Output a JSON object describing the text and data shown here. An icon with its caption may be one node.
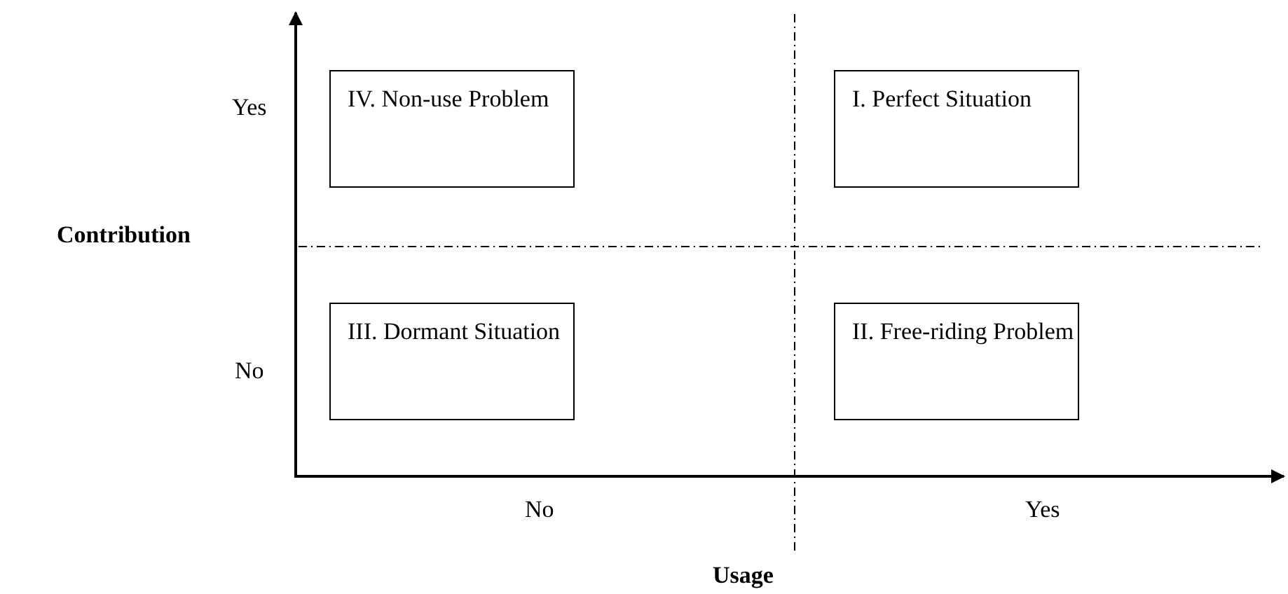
{
  "diagram": {
    "nodes": [
      {
        "text": [
          "IV. Non-use Problem"
        ]
      },
      {
        "text": [
          "I. Perfect Situation"
        ]
      },
      {
        "text": [
          "III. Dormant Situation"
        ]
      },
      {
        "text": [
          "II. Free-riding Problem"
        ]
      }
    ],
    "labels": [
      "Yes",
      "Contribution",
      "No",
      "No",
      "Yes",
      "Usage"
    ]
  }
}
